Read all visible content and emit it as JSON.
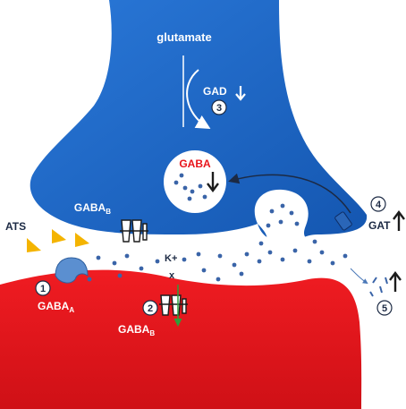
{
  "labels": {
    "glutamate": "glutamate",
    "gad": "GAD",
    "gaba": "GABA",
    "gaba_b_pre_main": "GABA",
    "gaba_b_pre_sub": "B",
    "ats": "ATS",
    "k_plus": "K+",
    "x_mark": "x",
    "gaba_a_main": "GABA",
    "gaba_a_sub": "A",
    "gaba_b_post_main": "GABA",
    "gaba_b_post_sub": "B",
    "gat": "GAT"
  },
  "markers": {
    "m1": "1",
    "m2": "2",
    "m3": "3",
    "m4": "4",
    "m5": "5"
  },
  "colors": {
    "presynaptic": "#1a66c8",
    "postsynaptic": "#e4141b",
    "vesicle": "#ffffff",
    "gaba_dot": "#3a64a8",
    "ats_drug": "#f4b400",
    "gaba_a_receptor": "#5b8fd0",
    "gaba_text": "#e8141b",
    "k_channel_arrow": "#2f9e3a"
  },
  "icons": {
    "gad_arrow": "arrow-down-icon",
    "gat_arrow": "arrow-up-icon",
    "gaba_arrow": "arrow-down-icon",
    "right_arrow": "arrow-up-icon",
    "receptor": "gaba-b-receptor-icon"
  }
}
